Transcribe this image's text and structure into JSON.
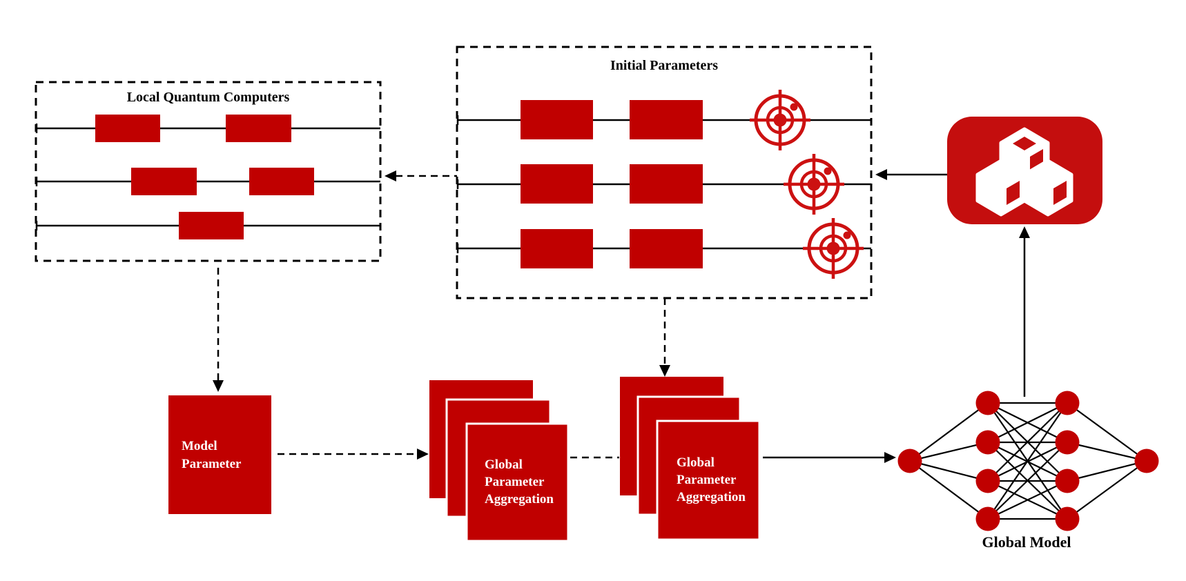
{
  "diagram": {
    "title_implicit": "Federated quantum learning architecture",
    "colors": {
      "box_red": "#C00000",
      "target_red": "#CC1111",
      "cubes_red": "#C40E0E",
      "line_black": "#000000",
      "text_white": "#FFFFFF",
      "background": "#FFFFFF"
    },
    "local_quantum_computers": {
      "title": "Local Quantum Computers"
    },
    "initial_parameters": {
      "title": "Initial Parameters"
    },
    "model_parameter": {
      "label": "Model\nParameter"
    },
    "gpa1": {
      "label": "Global\nParameter\nAggregation"
    },
    "gpa2": {
      "label": "Global\nParameter\nAggregation"
    },
    "global_model": {
      "label": "Global Model"
    },
    "icons": {
      "cubes": "cubes-icon",
      "measurement_targets": "target-icon"
    }
  }
}
